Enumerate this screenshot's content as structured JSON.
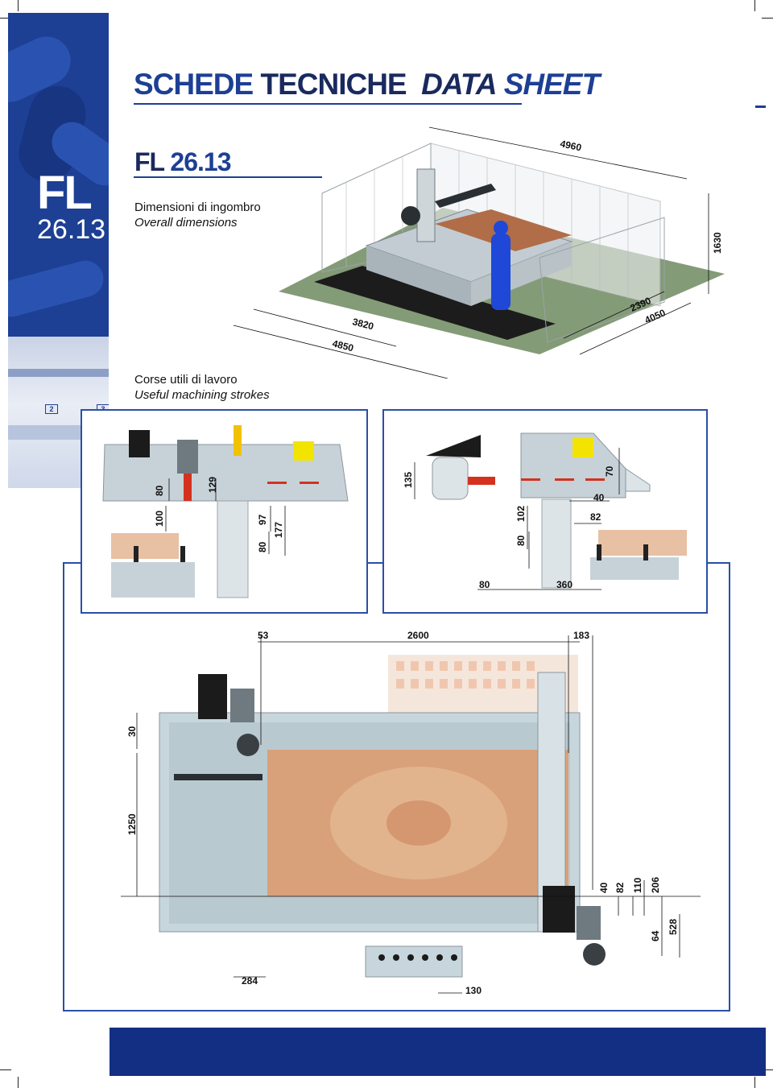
{
  "side": {
    "code_letters": "FL",
    "code_number": "26.13",
    "photo_tags": [
      "2",
      "3"
    ]
  },
  "header": {
    "title_it_1": "SCHEDE",
    "title_it_2": "TECNICHE",
    "title_en_1": "DATA",
    "title_en_2": "SHEET",
    "model_letters": "FL",
    "model_number": "26.13"
  },
  "section_overall": {
    "label_it": "Dimensioni di ingombro",
    "label_en": "Overall dimensions",
    "dims": {
      "width_top": "4960",
      "height": "1630",
      "depth_inner": "2390",
      "depth_outer": "4050",
      "length_inner": "3820",
      "length_outer": "4850"
    }
  },
  "section_strokes": {
    "label_it": "Corse utili di lavoro",
    "label_en": "Useful machining strokes"
  },
  "left_detail": {
    "dims": [
      "80",
      "129",
      "100",
      "97",
      "177",
      "80"
    ]
  },
  "right_detail": {
    "dims": [
      "135",
      "70",
      "40",
      "82",
      "102",
      "80",
      "80",
      "360"
    ]
  },
  "plan_view": {
    "top_dims": [
      "53",
      "2600",
      "183"
    ],
    "left_dims": [
      "30",
      "1250"
    ],
    "right_dims": [
      "40",
      "82",
      "110",
      "206",
      "64",
      "528"
    ],
    "bottom_dims": [
      "284",
      "130"
    ]
  },
  "colors": {
    "brand_blue": "#1d3f94",
    "footer_blue": "#132f83",
    "frame_blue": "#2a4fa6",
    "wood": "#d9a17a",
    "machine_grey": "#c7d2d8"
  }
}
